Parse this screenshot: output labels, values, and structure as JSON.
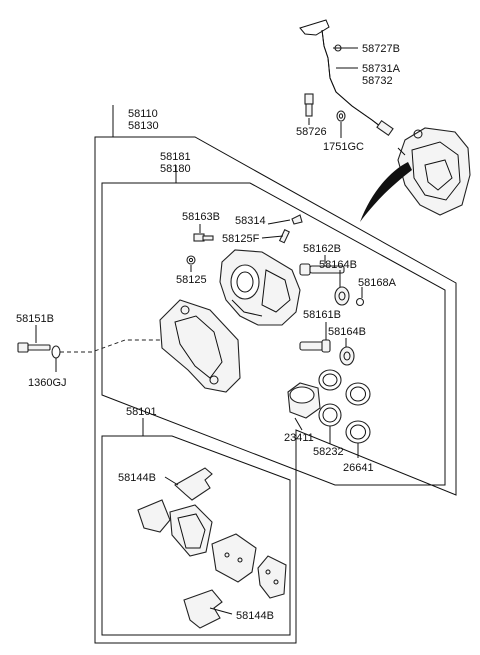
{
  "labels": {
    "p58727B": "58727B",
    "p58731A": "58731A",
    "p58732": "58732",
    "p58726": "58726",
    "p1751GC": "1751GC",
    "p58110": "58110",
    "p58130": "58130",
    "p58181": "58181",
    "p58180": "58180",
    "p58163B": "58163B",
    "p58314": "58314",
    "p58125F": "58125F",
    "p58162B": "58162B",
    "p58164B_a": "58164B",
    "p58125": "58125",
    "p58168A": "58168A",
    "p58161B": "58161B",
    "p58164B_b": "58164B",
    "p58151B": "58151B",
    "p1360GJ": "1360GJ",
    "p23411": "23411",
    "p58232": "58232",
    "p26641": "26641",
    "p58101": "58101",
    "p58144B_a": "58144B",
    "p58144B_b": "58144B"
  }
}
